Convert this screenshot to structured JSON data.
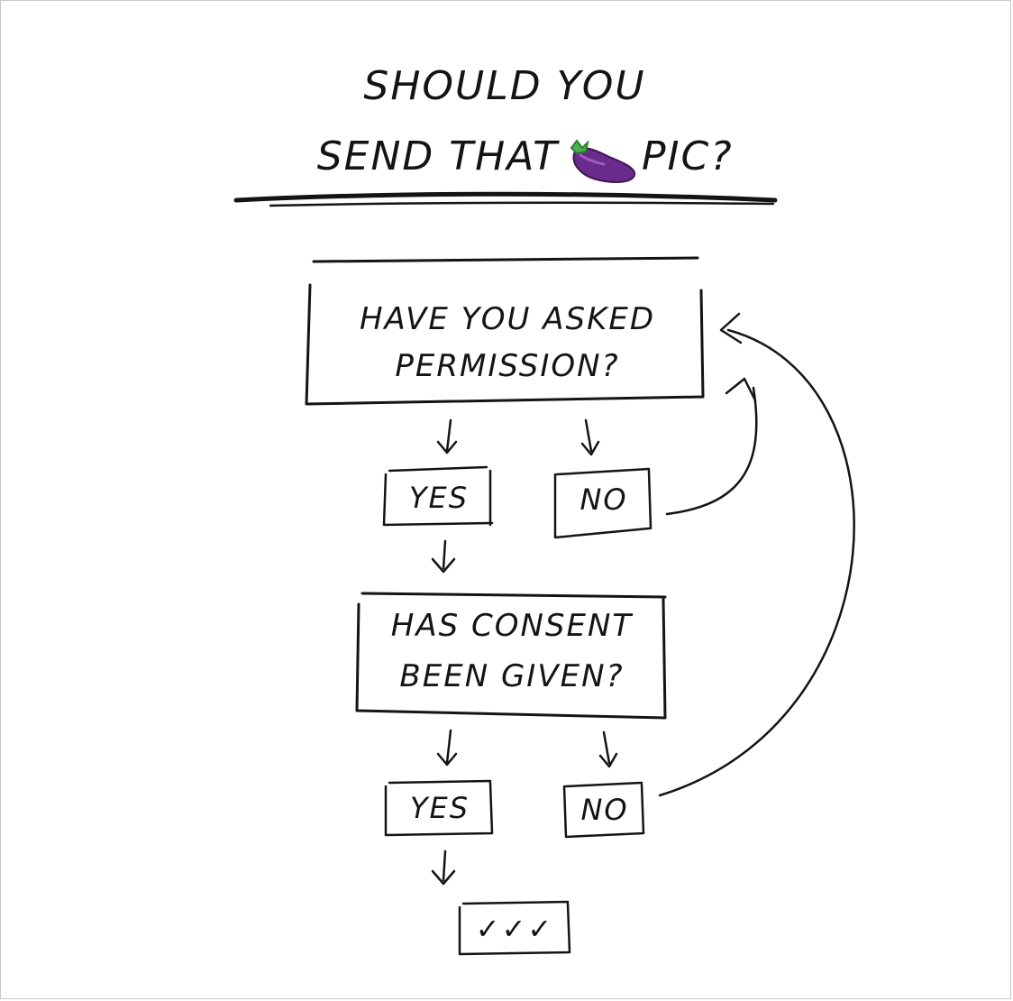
{
  "title": {
    "line1": "SHOULD YOU",
    "line2_before": "SEND THAT",
    "line2_after": "PIC?",
    "emoji_icon": "eggplant-icon"
  },
  "steps": {
    "question1": {
      "line1": "HAVE YOU ASKED",
      "line2": "PERMISSION?"
    },
    "answer1_yes": "YES",
    "answer1_no": "NO",
    "question2": {
      "line1": "HAS CONSENT",
      "line2": "BEEN GIVEN?"
    },
    "answer2_yes": "YES",
    "answer2_no": "NO",
    "result": "✓✓✓"
  },
  "colors": {
    "ink": "#141414",
    "background": "#ffffff",
    "eggplant": "#6a2c8c"
  }
}
